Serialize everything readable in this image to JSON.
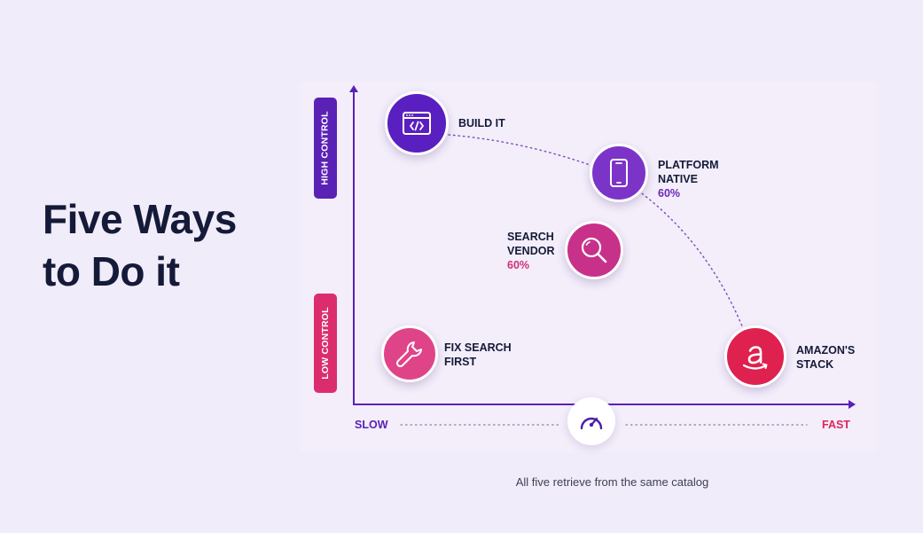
{
  "title": {
    "line1": "Five Ways",
    "line2": "to Do it"
  },
  "axes": {
    "y_high": "HIGH CONTROL",
    "y_low": "LOW CONTROL",
    "x_slow": "SLOW",
    "x_fast": "FAST"
  },
  "approaches": [
    {
      "label_lines": [
        "BUILD IT"
      ],
      "percent": "",
      "icon": "code-window-icon",
      "color": "#5a1fc0"
    },
    {
      "label_lines": [
        "PLATFORM",
        "NATIVE"
      ],
      "percent": "60%",
      "icon": "smartphone-icon",
      "color": "#7c34c8"
    },
    {
      "label_lines": [
        "SEARCH",
        "VENDOR"
      ],
      "percent": "60%",
      "icon": "magnifier-icon",
      "color": "#c8318a"
    },
    {
      "label_lines": [
        "FIX SEARCH",
        "FIRST"
      ],
      "percent": "",
      "icon": "wrench-icon",
      "color": "#e04488"
    },
    {
      "label_lines": [
        "AMAZON'S",
        "STACK"
      ],
      "percent": "",
      "icon": "amazon-logo-icon",
      "color": "#df2150"
    }
  ],
  "speed_icon": "speedometer-icon",
  "caption": "All five retrieve from the same catalog"
}
